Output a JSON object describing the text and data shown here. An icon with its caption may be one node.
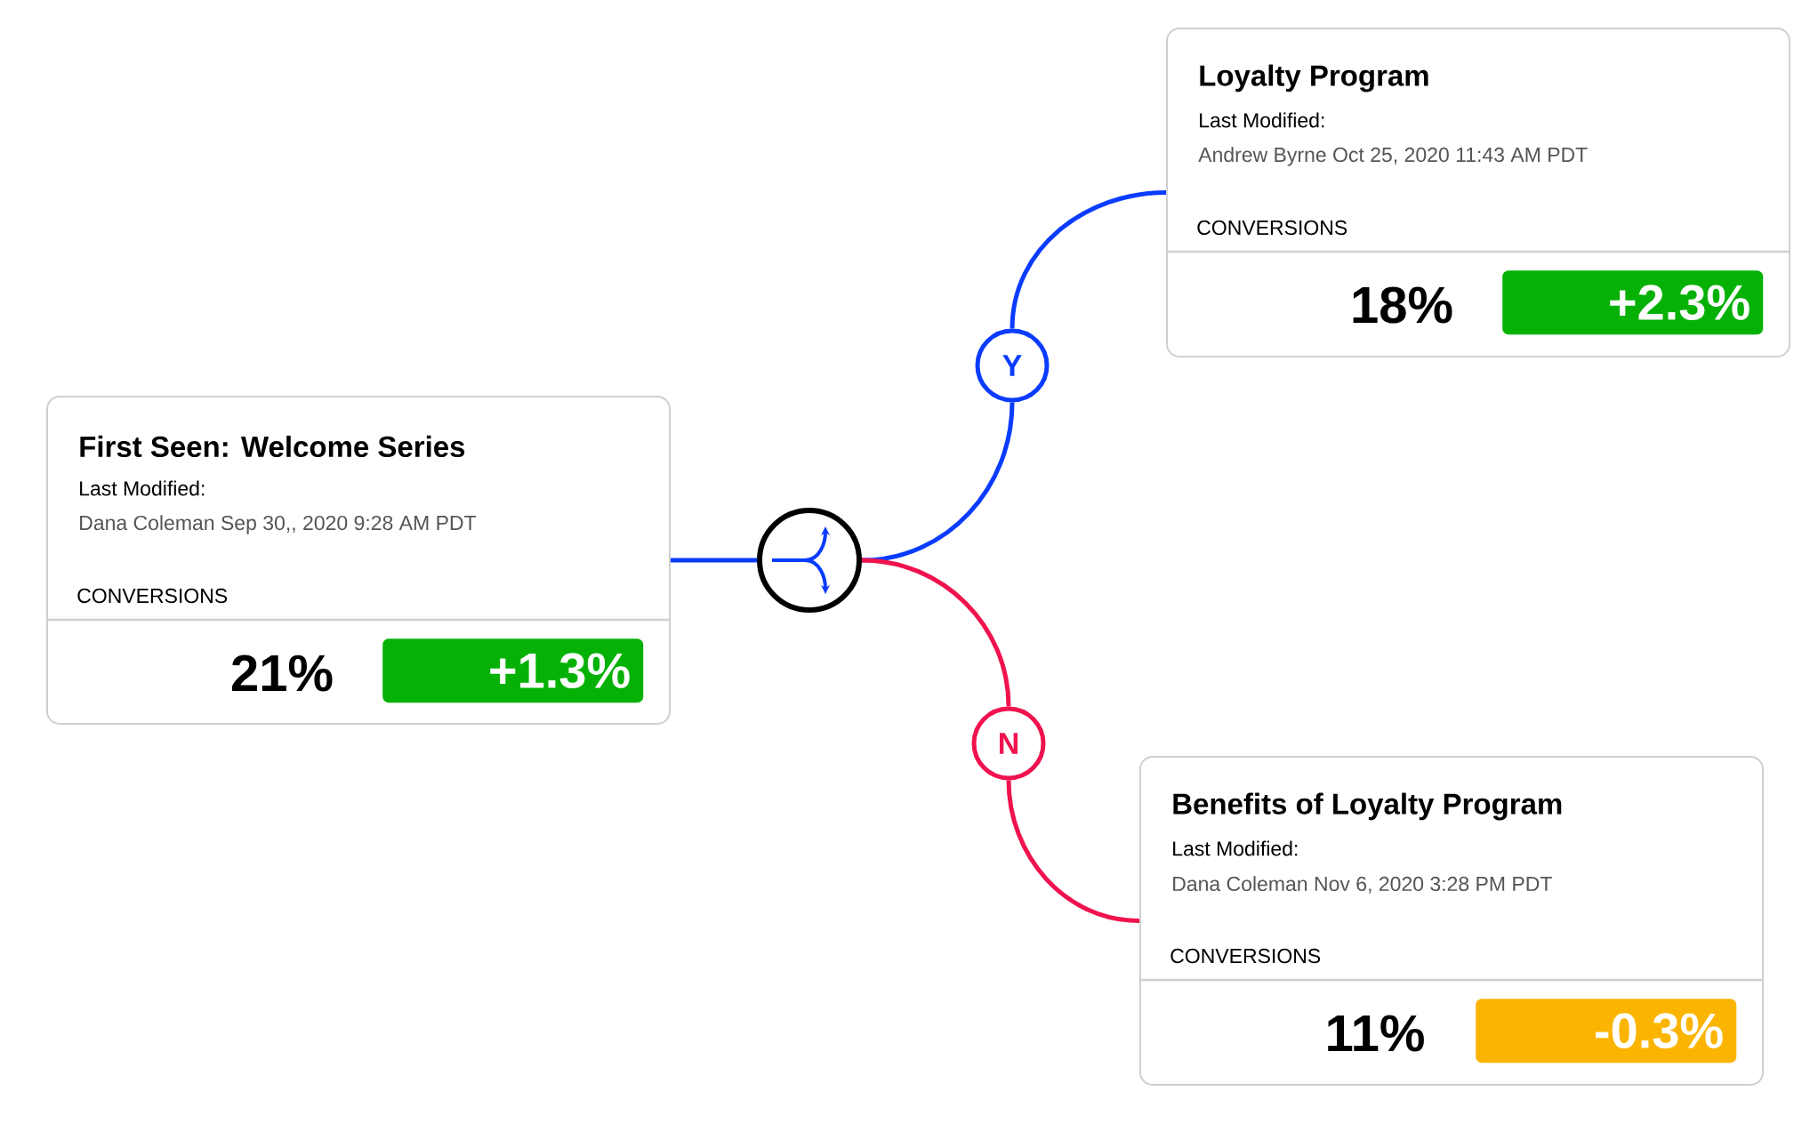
{
  "diagram": {
    "nodes": [
      {
        "text": [
          "First Seen: Welcome Series",
          "Last Modified:",
          "Dana Coleman Sep 30,, 2020 9:28 AM PDT",
          "CONVERSIONS",
          "21%"
        ]
      },
      {
        "text": [
          "+1.3%"
        ],
        "in": 0
      },
      {
        "text": [],
        "shape": "circle"
      },
      {
        "text": [
          "Y"
        ]
      },
      {
        "text": [
          "Loyalty Program",
          "Last Modified:",
          "Andrew Byrne Oct 25, 2020 11:43 AM PDT",
          "CONVERSIONS",
          "18%"
        ]
      },
      {
        "text": [
          "+2.3%"
        ],
        "in": 4
      },
      {
        "text": [
          "N"
        ]
      },
      {
        "text": [
          "Benefits of Loyalty Program",
          "Last Modified:",
          "Dana Coleman Nov 6, 2020 3:28 PM PDT",
          "CONVERSIONS",
          "11%"
        ]
      },
      {
        "text": [
          "-0.3%"
        ],
        "in": 7
      }
    ],
    "edges": [
      {
        "from": 0,
        "to": 2,
        "arrow": "none"
      },
      {
        "from": 2,
        "to": 3,
        "arrow": "none"
      },
      {
        "from": 3,
        "to": 4,
        "arrow": "none"
      },
      {
        "from": 2,
        "to": 6,
        "arrow": "none",
        "color": "#f0134d"
      },
      {
        "from": 6,
        "to": 7,
        "arrow": "none",
        "color": "#f0134d"
      }
    ]
  }
}
